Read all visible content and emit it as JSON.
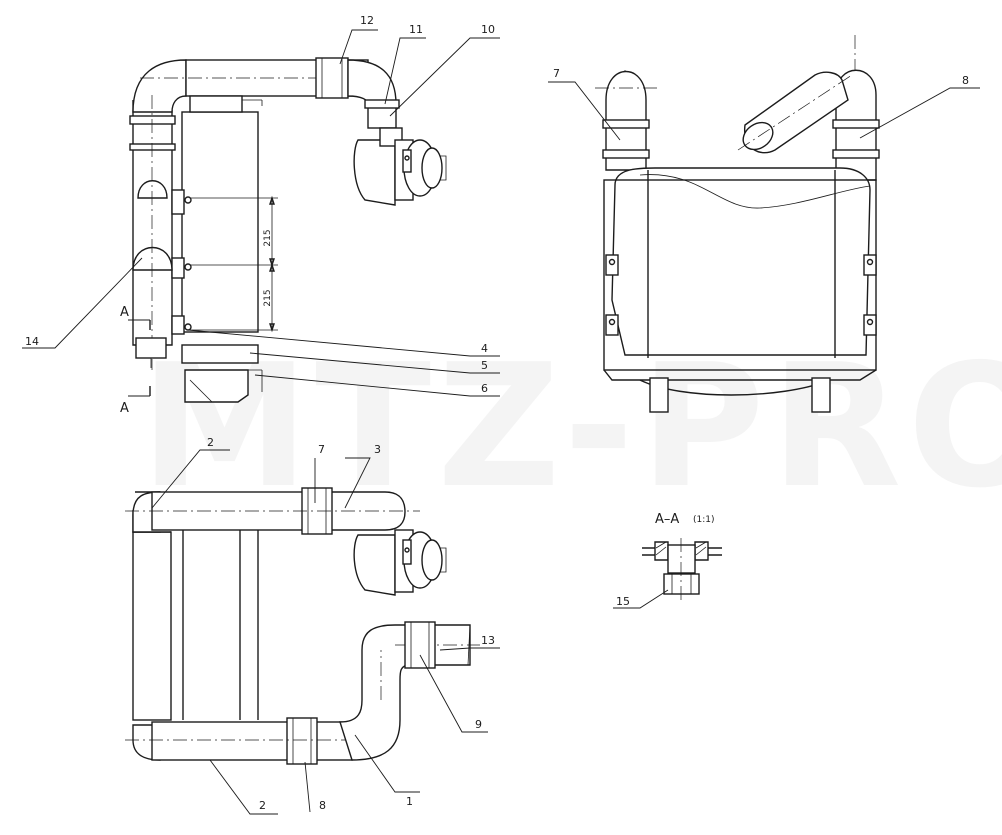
{
  "watermark": "MTZ-PRO",
  "section_label": "A–A",
  "section_scale": "(1:1)",
  "section_marker": "A",
  "dimensions": {
    "upper": "215",
    "lower": "215"
  },
  "callouts": {
    "c1": "1",
    "c2a": "2",
    "c2b": "2",
    "c3": "3",
    "c4": "4",
    "c5": "5",
    "c6": "6",
    "c7a": "7",
    "c7b": "7",
    "c8a": "8",
    "c8b": "8",
    "c9": "9",
    "c10": "10",
    "c11": "11",
    "c12": "12",
    "c13": "13",
    "c14": "14",
    "c15": "15"
  }
}
